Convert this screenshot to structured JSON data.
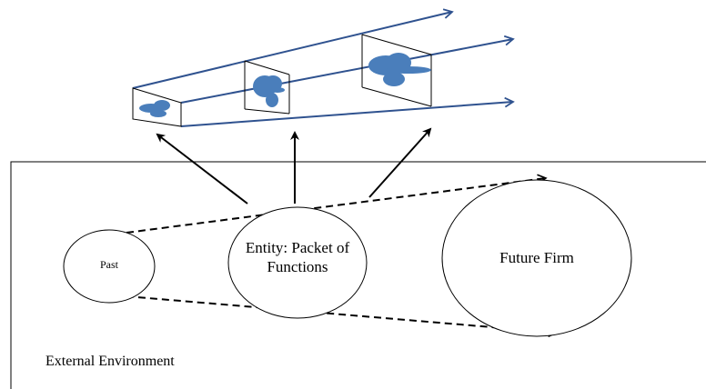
{
  "labels": {
    "past": "Past",
    "entity": "Entity: Packet of Functions",
    "future": "Future Firm",
    "environment": "External Environment"
  },
  "colors": {
    "trajectory_line": "#2F528F",
    "blob_fill": "#4A7EBB",
    "outline": "#000000",
    "background": "#FFFFFF"
  }
}
